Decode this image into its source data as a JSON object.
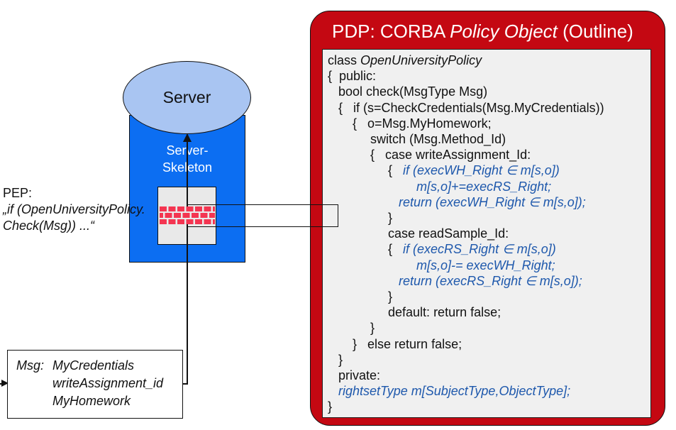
{
  "colors": {
    "pdp_red": "#c40812",
    "skeleton_blue": "#0c6ef2",
    "server_ellipse_blue": "#a9c5f2",
    "code_blue": "#1e58ac",
    "brick_red": "#f43551",
    "code_panel_gray": "#f0f0f0"
  },
  "icons": {
    "firewall": "brick-wall-icon",
    "flow_arrow": "arrow-up-icon",
    "input_arrow": "arrow-right-icon"
  },
  "pep": {
    "title": "PEP:",
    "code_line1": "„if (OpenUniversityPolicy.",
    "code_line2": "Check(Msg)) ...“"
  },
  "server": {
    "label": "Server",
    "skeleton_label": [
      "Server-",
      "Skeleton"
    ]
  },
  "msg_box": {
    "label": "Msg:",
    "items": [
      "MyCredentials",
      "writeAssignment_id",
      "MyHomework"
    ]
  },
  "pdp": {
    "title_segments": [
      {
        "text": "PDP: CORBA ",
        "style": "normal"
      },
      {
        "text": "Policy Object",
        "style": "italic"
      },
      {
        "text": " (Outline)",
        "style": "normal"
      }
    ],
    "code_lines": [
      [
        {
          "t": "class ",
          "s": "n"
        },
        {
          "t": "OpenUniversityPolicy",
          "s": "i"
        }
      ],
      [
        {
          "t": "{  public:",
          "s": "n"
        }
      ],
      [
        {
          "t": "   bool check(MsgType Msg)",
          "s": "n"
        }
      ],
      [
        {
          "t": "   {   if (s=CheckCredentials(Msg.MyCredentials))",
          "s": "n"
        }
      ],
      [
        {
          "t": "       {   o=Msg.MyHomework;",
          "s": "n"
        }
      ],
      [
        {
          "t": "            switch (Msg.Method_Id)",
          "s": "n"
        }
      ],
      [
        {
          "t": "            {   case writeAssignment_Id:",
          "s": "n"
        }
      ],
      [
        {
          "t": "                 {   ",
          "s": "n"
        },
        {
          "t": "if (execWH_Right ∈ m[s,o])",
          "s": "b"
        }
      ],
      [
        {
          "t": "                         ",
          "s": "n"
        },
        {
          "t": "m[s,o]+=execRS_Right;",
          "s": "b"
        }
      ],
      [
        {
          "t": "                    ",
          "s": "n"
        },
        {
          "t": "return (execWH_Right ∈ m[s,o]);",
          "s": "b"
        }
      ],
      [
        {
          "t": "                 }",
          "s": "n"
        }
      ],
      [
        {
          "t": "                 case readSample_Id:",
          "s": "n"
        }
      ],
      [
        {
          "t": "                 {   ",
          "s": "n"
        },
        {
          "t": "if (execRS_Right ∈ m[s,o])",
          "s": "b"
        }
      ],
      [
        {
          "t": "                         ",
          "s": "n"
        },
        {
          "t": "m[s,o]-= execWH_Right;",
          "s": "b"
        }
      ],
      [
        {
          "t": "                    ",
          "s": "n"
        },
        {
          "t": "return (execRS_Right ∈ m[s,o]);",
          "s": "b"
        }
      ],
      [
        {
          "t": "                 }",
          "s": "n"
        }
      ],
      [
        {
          "t": "                 default: return false;",
          "s": "n"
        }
      ],
      [
        {
          "t": "            }",
          "s": "n"
        }
      ],
      [
        {
          "t": "       }   else return false;",
          "s": "n"
        }
      ],
      [
        {
          "t": "   }",
          "s": "n"
        }
      ],
      [
        {
          "t": "   private:",
          "s": "n"
        }
      ],
      [
        {
          "t": "   ",
          "s": "n"
        },
        {
          "t": "rightsetType m[SubjectType,ObjectType];",
          "s": "b"
        }
      ],
      [
        {
          "t": "}",
          "s": "n"
        }
      ]
    ]
  }
}
